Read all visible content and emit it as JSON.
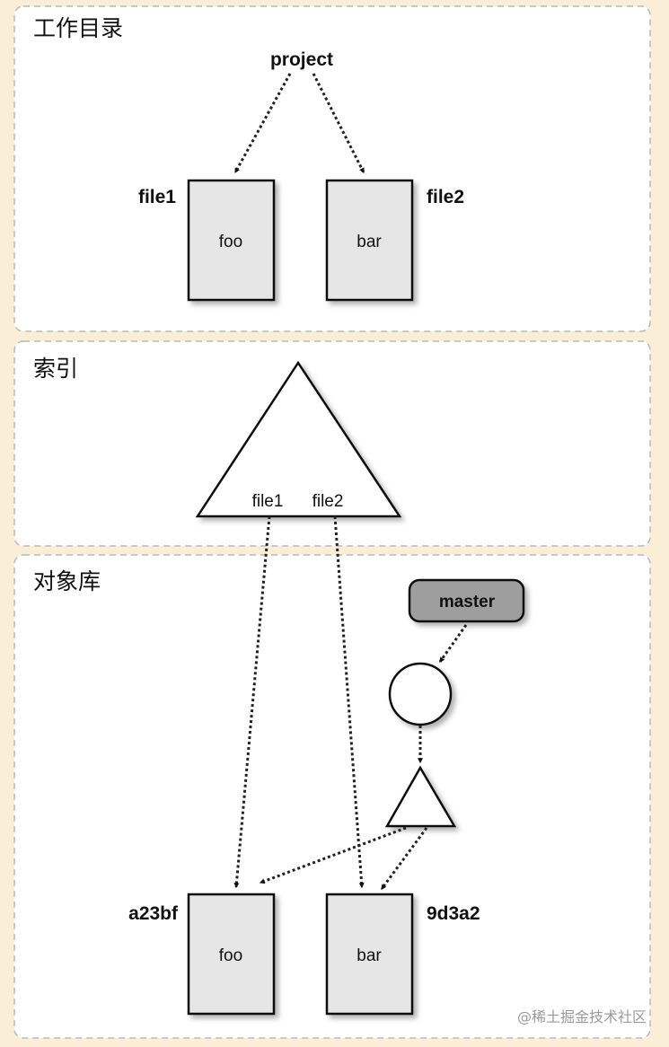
{
  "sections": {
    "working_dir": {
      "title": "工作目录"
    },
    "index": {
      "title": "索引"
    },
    "object_store": {
      "title": "对象库"
    }
  },
  "working_dir": {
    "root": "project",
    "files": [
      {
        "name": "file1",
        "content": "foo"
      },
      {
        "name": "file2",
        "content": "bar"
      }
    ]
  },
  "index": {
    "entries": [
      "file1",
      "file2"
    ]
  },
  "object_store": {
    "branch": "master",
    "blobs": [
      {
        "hash": "a23bf",
        "content": "foo"
      },
      {
        "hash": "9d3a2",
        "content": "bar"
      }
    ]
  },
  "watermark": "@稀土掘金技术社区"
}
